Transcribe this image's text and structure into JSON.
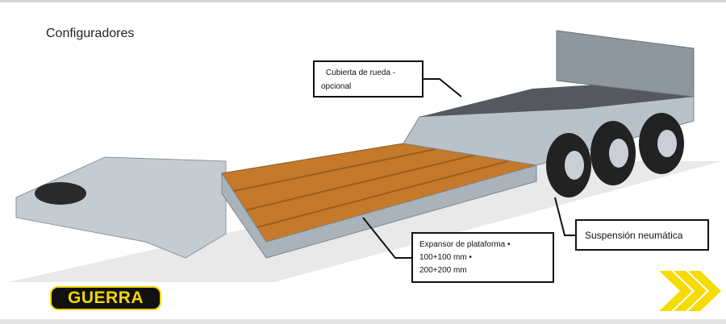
{
  "slide": {
    "title": "Configuradores"
  },
  "callouts": {
    "wheel_cover": {
      "line1": "Cubierta de rueda -",
      "line2": "opcional"
    },
    "platform_expander": {
      "line1": "Expansor de plataforma •",
      "line2": "100+100 mm •",
      "line3": "200+200 mm"
    },
    "suspension": {
      "label": "Suspensión neumática"
    }
  },
  "brand": {
    "logo_text": "GUERRA",
    "accent": "#f3d600"
  }
}
